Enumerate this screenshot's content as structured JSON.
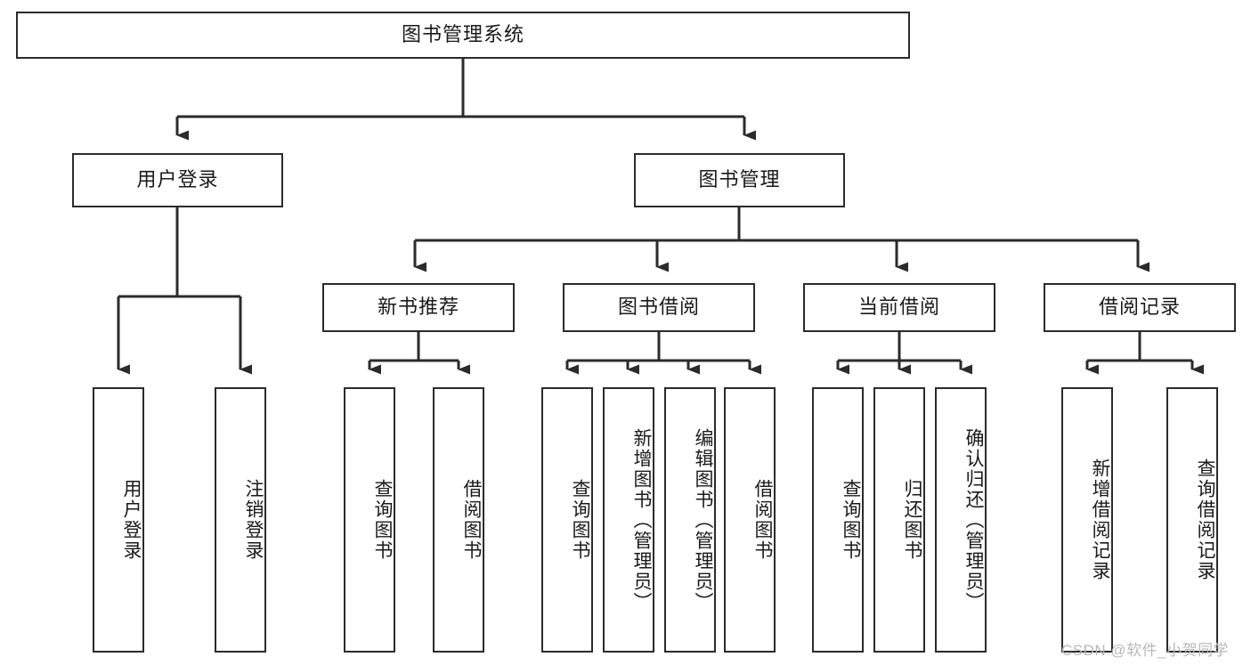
{
  "diagram": {
    "title": "图书管理系统",
    "type": "tree-hierarchy-diagram",
    "root": {
      "label": "图书管理系统"
    },
    "level2": [
      {
        "label": "用户登录"
      },
      {
        "label": "图书管理"
      }
    ],
    "level3": [
      {
        "label": "新书推荐"
      },
      {
        "label": "图书借阅"
      },
      {
        "label": "当前借阅"
      },
      {
        "label": "借阅记录"
      }
    ],
    "leaves": {
      "user_login": [
        {
          "label": "用户登录"
        },
        {
          "label": "注销登录"
        }
      ],
      "new_book_recommend": [
        {
          "label": "查询图书"
        },
        {
          "label": "借阅图书"
        }
      ],
      "book_borrow": [
        {
          "label": "查询图书"
        },
        {
          "label": "新增图书（管理员）"
        },
        {
          "label": "编辑图书（管理员）"
        },
        {
          "label": "借阅图书"
        }
      ],
      "current_borrow": [
        {
          "label": "查询图书"
        },
        {
          "label": "归还图书"
        },
        {
          "label": "确认归还（管理员）"
        }
      ],
      "borrow_record": [
        {
          "label": "新增借阅记录"
        },
        {
          "label": "查询借阅记录"
        }
      ]
    }
  },
  "watermark": {
    "text": "CSDN @软件_小贺同学"
  },
  "colors": {
    "stroke": "#2b2b2b",
    "background": "#ffffff",
    "text": "#1a1a1a",
    "watermark": "#b8b8b8"
  }
}
